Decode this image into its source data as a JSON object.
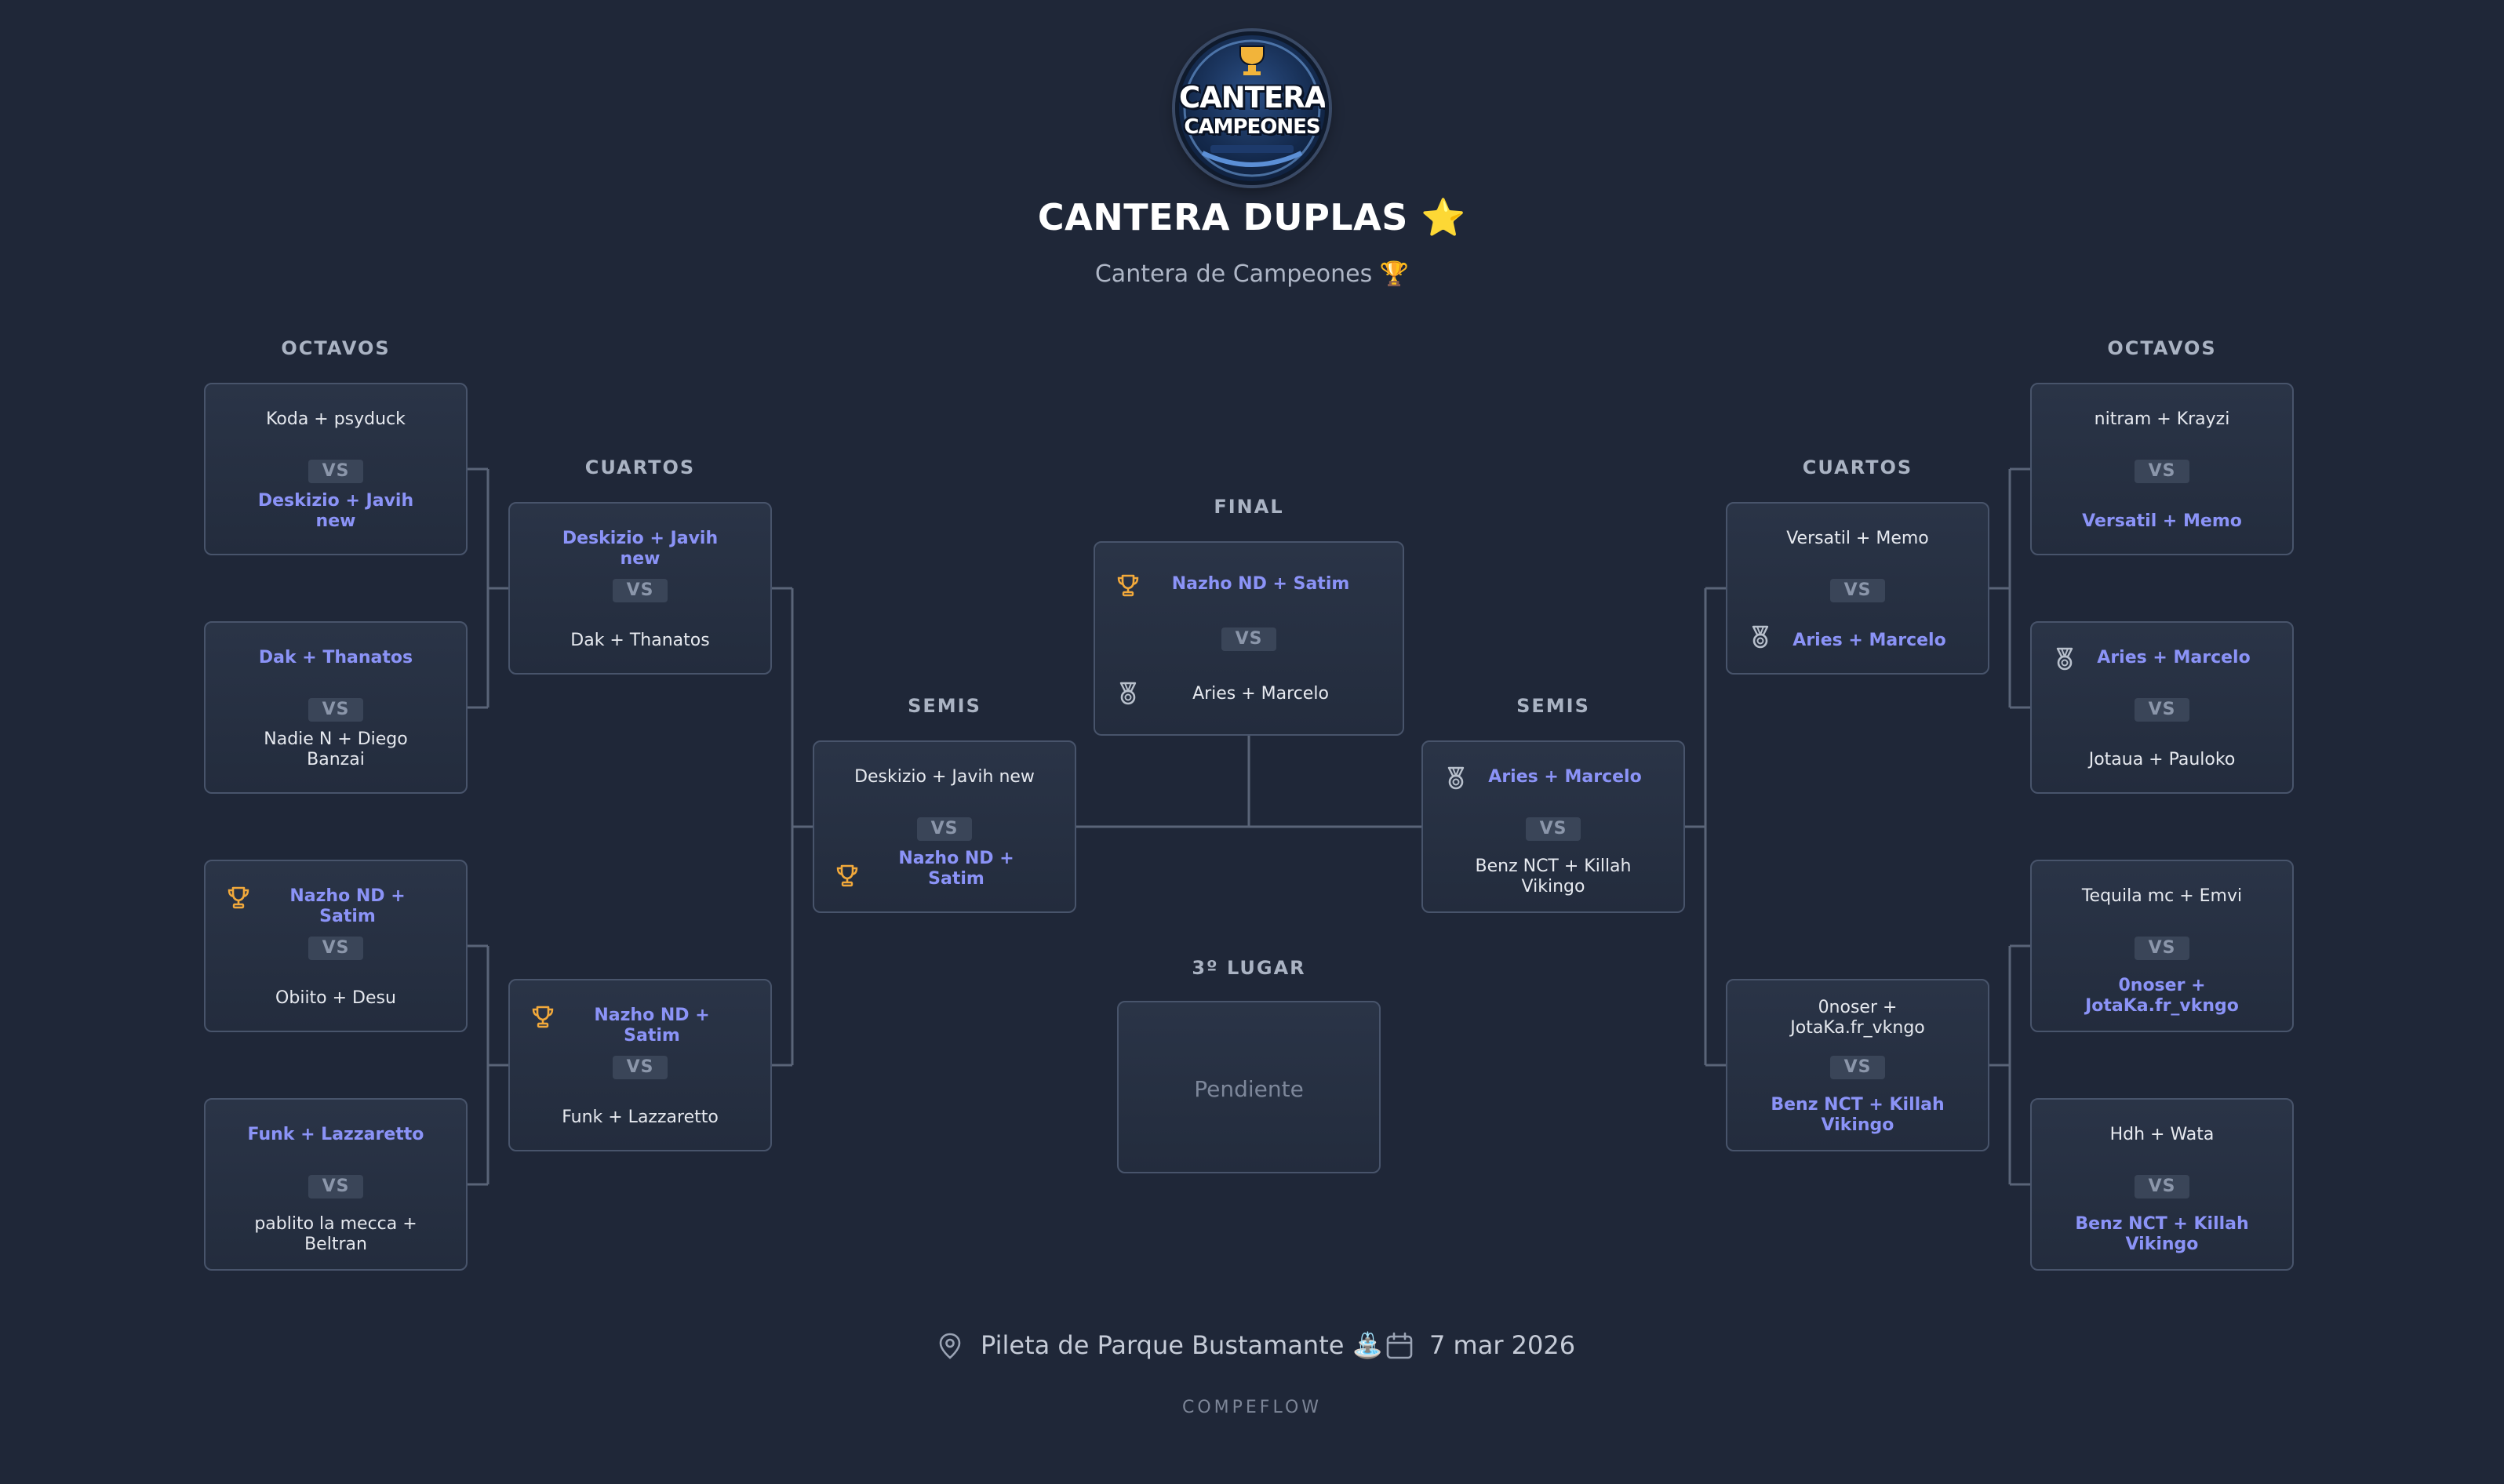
{
  "header": {
    "logo_line1": "CANTERA",
    "logo_line2": "CAMPEONES",
    "title": "CANTERA DUPLAS",
    "title_emoji": "⭐",
    "subtitle": "Cantera de Campeones",
    "subtitle_emoji": "🏆"
  },
  "rounds": {
    "octavos": "OCTAVOS",
    "cuartos": "CUARTOS",
    "semis": "SEMIS",
    "final": "FINAL",
    "third": "3º LUGAR"
  },
  "vs_label": "VS",
  "left": {
    "octavos": [
      {
        "top": "Koda + psyduck",
        "bottom": "Deskizio + Javih new",
        "winner": "bottom"
      },
      {
        "top": "Dak + Thanatos",
        "bottom": "Nadie N + Diego Banzai",
        "winner": "top"
      },
      {
        "top": "Nazho ND + Satim",
        "bottom": "Obiito + Desu",
        "winner": "top",
        "top_icon": "trophy-gold"
      },
      {
        "top": "Funk + Lazzaretto",
        "bottom": "pablito la mecca + Beltran",
        "winner": "top"
      }
    ],
    "cuartos": [
      {
        "top": "Deskizio + Javih new",
        "bottom": "Dak + Thanatos",
        "winner": "top"
      },
      {
        "top": "Nazho ND + Satim",
        "bottom": "Funk + Lazzaretto",
        "winner": "top",
        "top_icon": "trophy-gold"
      }
    ],
    "semis": {
      "top": "Deskizio + Javih new",
      "bottom": "Nazho ND + Satim",
      "winner": "bottom",
      "bottom_icon": "trophy-gold"
    }
  },
  "right": {
    "octavos": [
      {
        "top": "nitram + Krayzi",
        "bottom": "Versatil + Memo",
        "winner": "bottom"
      },
      {
        "top": "Aries + Marcelo",
        "bottom": "Jotaua + Pauloko",
        "winner": "top",
        "top_icon": "medal-silver"
      },
      {
        "top": "Tequila mc + Emvi",
        "bottom": "0noser + JotaKa.fr_vkngo",
        "winner": "bottom"
      },
      {
        "top": "Hdh + Wata",
        "bottom": "Benz NCT + Killah Vikingo",
        "winner": "bottom"
      }
    ],
    "cuartos": [
      {
        "top": "Versatil + Memo",
        "bottom": "Aries + Marcelo",
        "winner": "bottom",
        "bottom_icon": "medal-silver"
      },
      {
        "top": "0noser + JotaKa.fr_vkngo",
        "bottom": "Benz NCT + Killah Vikingo",
        "winner": "bottom"
      }
    ],
    "semis": {
      "top": "Aries + Marcelo",
      "bottom": "Benz NCT + Killah Vikingo",
      "winner": "top",
      "top_icon": "medal-silver"
    }
  },
  "final": {
    "top": "Nazho ND + Satim",
    "bottom": "Aries + Marcelo",
    "winner": "top",
    "top_icon": "trophy-gold",
    "bottom_icon": "medal-silver"
  },
  "third_place": {
    "status": "Pendiente"
  },
  "footer": {
    "location": "Pileta de Parque Bustamante",
    "location_emoji": "⛲",
    "location_icon": "map-pin-icon",
    "date": "7 mar 2026",
    "date_icon": "calendar-icon",
    "brand": "COMPEFLOW"
  },
  "colors": {
    "background": "#1f2738",
    "card": "#263043",
    "winner_text": "#8b93f7",
    "connector": "#5a6478",
    "gold": "#f2a93b",
    "silver": "#b8c0cc"
  }
}
